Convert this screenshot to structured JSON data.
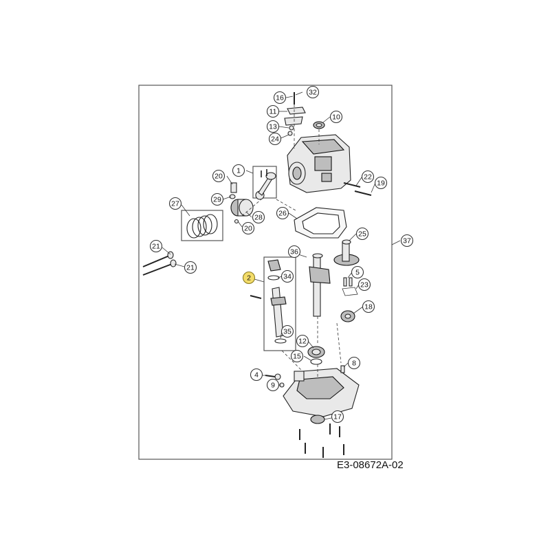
{
  "diagram": {
    "reference_code": "E3-08672A-02",
    "callouts": [
      {
        "key": "c16",
        "label": "16"
      },
      {
        "key": "c32",
        "label": "32"
      },
      {
        "key": "c11",
        "label": "11"
      },
      {
        "key": "c10",
        "label": "10"
      },
      {
        "key": "c13",
        "label": "13"
      },
      {
        "key": "c24",
        "label": "24"
      },
      {
        "key": "c20a",
        "label": "20"
      },
      {
        "key": "c1",
        "label": "1"
      },
      {
        "key": "c22",
        "label": "22"
      },
      {
        "key": "c19",
        "label": "19"
      },
      {
        "key": "c29",
        "label": "29"
      },
      {
        "key": "c27",
        "label": "27"
      },
      {
        "key": "c28",
        "label": "28"
      },
      {
        "key": "c26",
        "label": "26"
      },
      {
        "key": "c20b",
        "label": "20"
      },
      {
        "key": "c37",
        "label": "37"
      },
      {
        "key": "c25",
        "label": "25"
      },
      {
        "key": "c21a",
        "label": "21"
      },
      {
        "key": "c36",
        "label": "36"
      },
      {
        "key": "c21b",
        "label": "21"
      },
      {
        "key": "c2",
        "label": "2",
        "highlight": true
      },
      {
        "key": "c34",
        "label": "34"
      },
      {
        "key": "c5",
        "label": "5"
      },
      {
        "key": "c23",
        "label": "23"
      },
      {
        "key": "c18",
        "label": "18"
      },
      {
        "key": "c35",
        "label": "35"
      },
      {
        "key": "c12",
        "label": "12"
      },
      {
        "key": "c15",
        "label": "15"
      },
      {
        "key": "c8",
        "label": "8"
      },
      {
        "key": "c4",
        "label": "4"
      },
      {
        "key": "c9",
        "label": "9"
      },
      {
        "key": "c17",
        "label": "17"
      }
    ]
  }
}
